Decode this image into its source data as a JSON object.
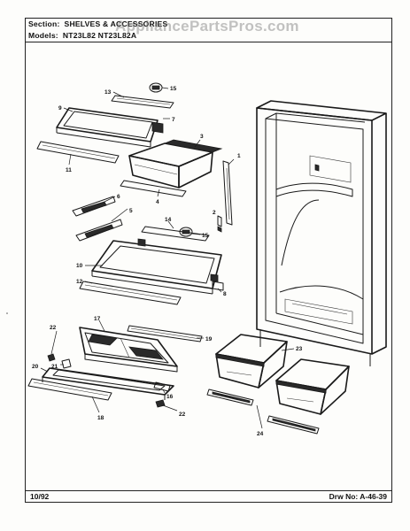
{
  "header": {
    "section_label": "Section:",
    "section_value": "SHELVES & ACCESSORIES",
    "models_label": "Models:",
    "models_value": "NT23L82  NT23L82A"
  },
  "watermark": "AppliancePartsPros.com",
  "footer": {
    "date": "10/92",
    "drawing_no": "Drw No: A-46-39"
  },
  "callouts": [
    "1",
    "2",
    "3",
    "4",
    "5",
    "6",
    "7",
    "8",
    "9",
    "10",
    "11",
    "12",
    "13",
    "14",
    "15",
    "15",
    "16",
    "17",
    "18",
    "19",
    "20",
    "21",
    "22",
    "22",
    "23",
    "24"
  ]
}
